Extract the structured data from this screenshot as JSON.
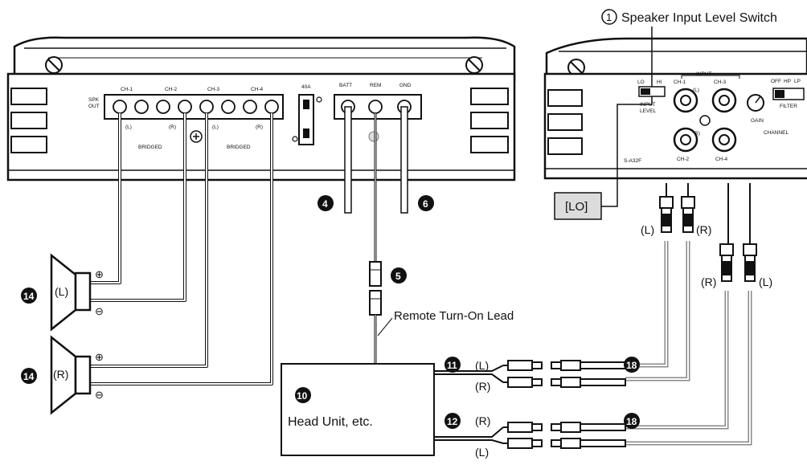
{
  "callouts": {
    "speaker_input_level_switch": "Speaker Input Level Switch",
    "circled_one": "1",
    "lo_box": "[LO]",
    "remote_lead": "Remote Turn-On Lead",
    "head_unit": "Head Unit, etc."
  },
  "badges": {
    "b4": "4",
    "b5": "5",
    "b6": "6",
    "b10": "10",
    "b11": "11",
    "b12": "12",
    "b14a": "14",
    "b14b": "14",
    "b18a": "18",
    "b18b": "18"
  },
  "amp_left": {
    "spk_out": "SPK",
    "spk_out2": "OUT",
    "ch1": "CH-1",
    "ch2": "CH-2",
    "ch3": "CH-3",
    "ch4": "CH-4",
    "fuse": "40A",
    "batt": "BATT",
    "rem": "REM",
    "gnd": "GND",
    "l1": "(L)",
    "r1": "(R)",
    "l2": "(L)",
    "r2": "(R)",
    "bridged1": "BRIDGED",
    "bridged2": "BRIDGED"
  },
  "amp_right": {
    "input_title": "INPUT",
    "input_level": "INPUT",
    "input_level2": "LEVEL",
    "lo": "LO",
    "hi": "HI",
    "ch1": "CH-1",
    "ch2": "CH-2",
    "ch3": "CH-3",
    "ch4": "CH-4",
    "inl": "(L)",
    "inr": "(R)",
    "gain": "GAIN",
    "filter": "FILTER",
    "off": "OFF",
    "hp": "HP",
    "lp": "LP",
    "channel": "CHANNEL",
    "model": "S-A32F"
  },
  "speakers": {
    "left": "(L)",
    "right": "(R)",
    "plus1": "⊕",
    "minus1": "⊖",
    "plus2": "⊕",
    "minus2": "⊖"
  },
  "rca_labels": {
    "top_l": "(L)",
    "top_r": "(R)",
    "right_r": "(R)",
    "right_l": "(L)",
    "hu1_l": "(L)",
    "hu1_r": "(R)",
    "hu2_r": "(R)",
    "hu2_l": "(L)"
  }
}
